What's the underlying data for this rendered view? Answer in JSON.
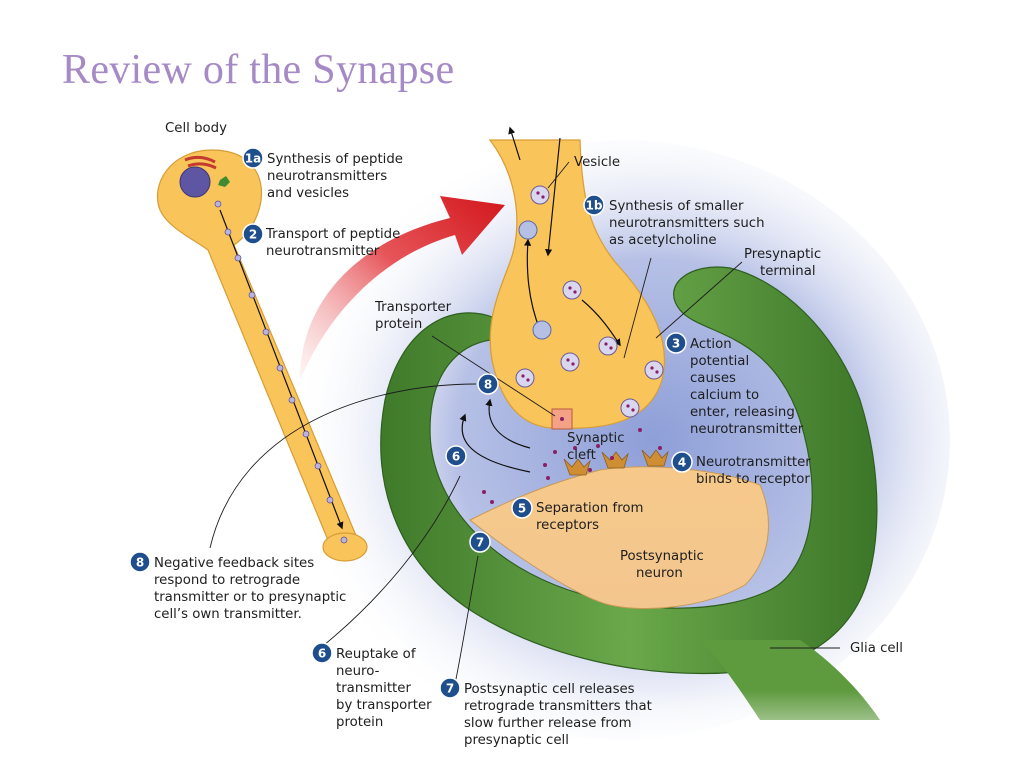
{
  "slide": {
    "title": "Review of the Synapse"
  },
  "colors": {
    "title": "#a58ac6",
    "neuron": "#f9c45a",
    "glia": "#5e9a3e",
    "cleft_bg": "#a9b5df",
    "badge": "#1f4e8c",
    "arrow": "#d62a2e",
    "transporter": "#f3a286"
  },
  "labels": {
    "cell_body": "Cell body",
    "vesicle": "Vesicle",
    "transporter_protein": [
      "Transporter",
      "protein"
    ],
    "synaptic_cleft": [
      "Synaptic",
      "cleft"
    ],
    "presynaptic_terminal": [
      "Presynaptic",
      "terminal"
    ],
    "postsynaptic_neuron": [
      "Postsynaptic",
      "neuron"
    ],
    "glia_cell": "Glia cell"
  },
  "steps": {
    "1a": {
      "badge": "1a",
      "lines": [
        "Synthesis of peptide",
        "neurotransmitters",
        "and vesicles"
      ]
    },
    "1b": {
      "badge": "1b",
      "lines": [
        "Synthesis of smaller",
        "neurotransmitters such",
        "as acetylcholine"
      ]
    },
    "2": {
      "badge": "2",
      "lines": [
        "Transport of peptide",
        "neurotransmitter"
      ]
    },
    "3": {
      "badge": "3",
      "lines": [
        "Action",
        "potential",
        "causes",
        "calcium to",
        "enter, releasing",
        "neurotransmitter"
      ]
    },
    "4": {
      "badge": "4",
      "lines": [
        "Neurotransmitter",
        "binds to receptor"
      ]
    },
    "5": {
      "badge": "5",
      "lines": [
        "Separation from",
        "receptors"
      ]
    },
    "6": {
      "badge": "6",
      "lines": [
        "Reuptake of",
        "neuro-",
        "transmitter",
        "by transporter",
        "protein"
      ]
    },
    "7": {
      "badge": "7",
      "lines": [
        "Postsynaptic cell releases",
        "retrograde transmitters that",
        "slow further release from",
        "presynaptic cell"
      ]
    },
    "8": {
      "badge": "8",
      "lines": [
        "Negative feedback sites",
        "respond to retrograde",
        "transmitter or to presynaptic",
        "cell’s own transmitter."
      ]
    }
  }
}
